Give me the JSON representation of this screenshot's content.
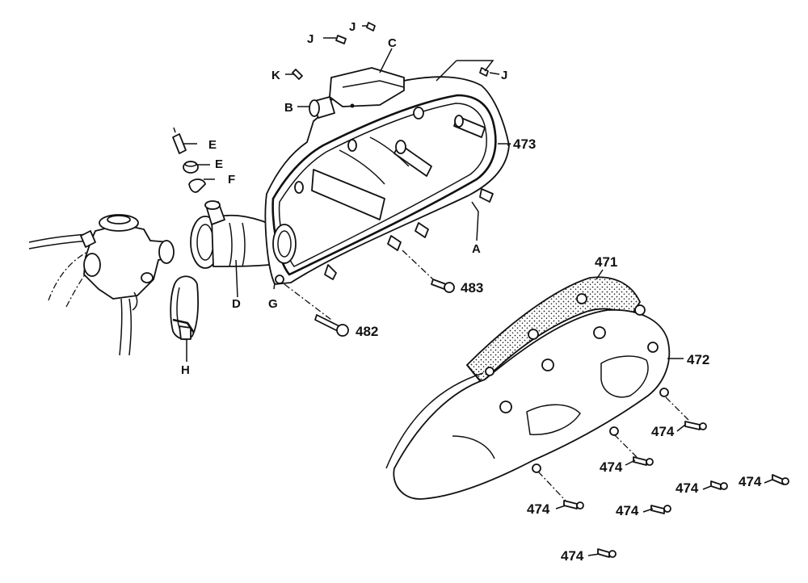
{
  "labels": {
    "j1": "J",
    "j2": "J",
    "j3": "J",
    "k": "K",
    "c": "C",
    "b": "B",
    "e1": "E",
    "e2": "E",
    "f": "F",
    "p473": "473",
    "a": "A",
    "d": "D",
    "g": "G",
    "h": "H",
    "p483": "483",
    "p482": "482",
    "p471": "471",
    "p472": "472",
    "p474_1": "474",
    "p474_2": "474",
    "p474_3": "474",
    "p474_4": "474",
    "p474_5": "474",
    "p474_6": "474",
    "p474_7": "474"
  }
}
